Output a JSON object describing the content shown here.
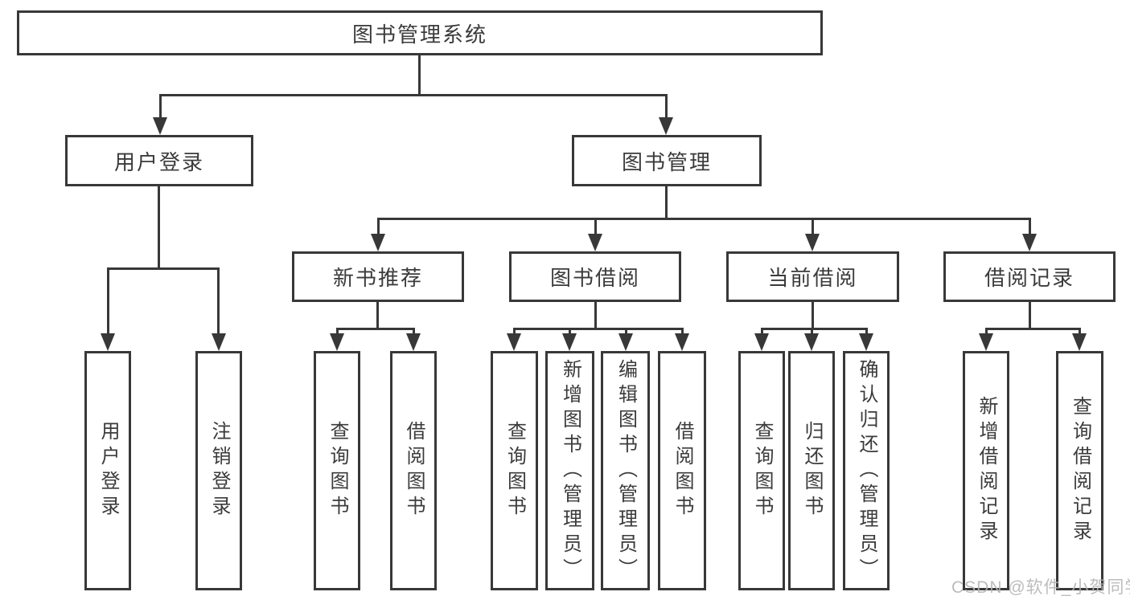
{
  "colors": {
    "line": "#383838",
    "box_border": "#383838",
    "text": "#3b3b3b",
    "watermark": "#b5b5b5",
    "background": "#ffffff"
  },
  "watermark": "CSDN @软件_小贺同学",
  "tree": {
    "root": {
      "label": "图书管理系统"
    },
    "branches": [
      {
        "label": "用户登录",
        "children": [
          {
            "label": "用户登录"
          },
          {
            "label": "注销登录"
          }
        ]
      },
      {
        "label": "图书管理",
        "groups": [
          {
            "label": "新书推荐",
            "children": [
              {
                "label": "查询图书"
              },
              {
                "label": "借阅图书"
              }
            ]
          },
          {
            "label": "图书借阅",
            "children": [
              {
                "label": "查询图书"
              },
              {
                "label": "新增图书（管理员）"
              },
              {
                "label": "编辑图书（管理员）"
              },
              {
                "label": "借阅图书"
              }
            ]
          },
          {
            "label": "当前借阅",
            "children": [
              {
                "label": "查询图书"
              },
              {
                "label": "归还图书"
              },
              {
                "label": "确认归还（管理员）"
              }
            ]
          },
          {
            "label": "借阅记录",
            "children": [
              {
                "label": "新增借阅记录"
              },
              {
                "label": "查询借阅记录"
              }
            ]
          }
        ]
      }
    ]
  }
}
